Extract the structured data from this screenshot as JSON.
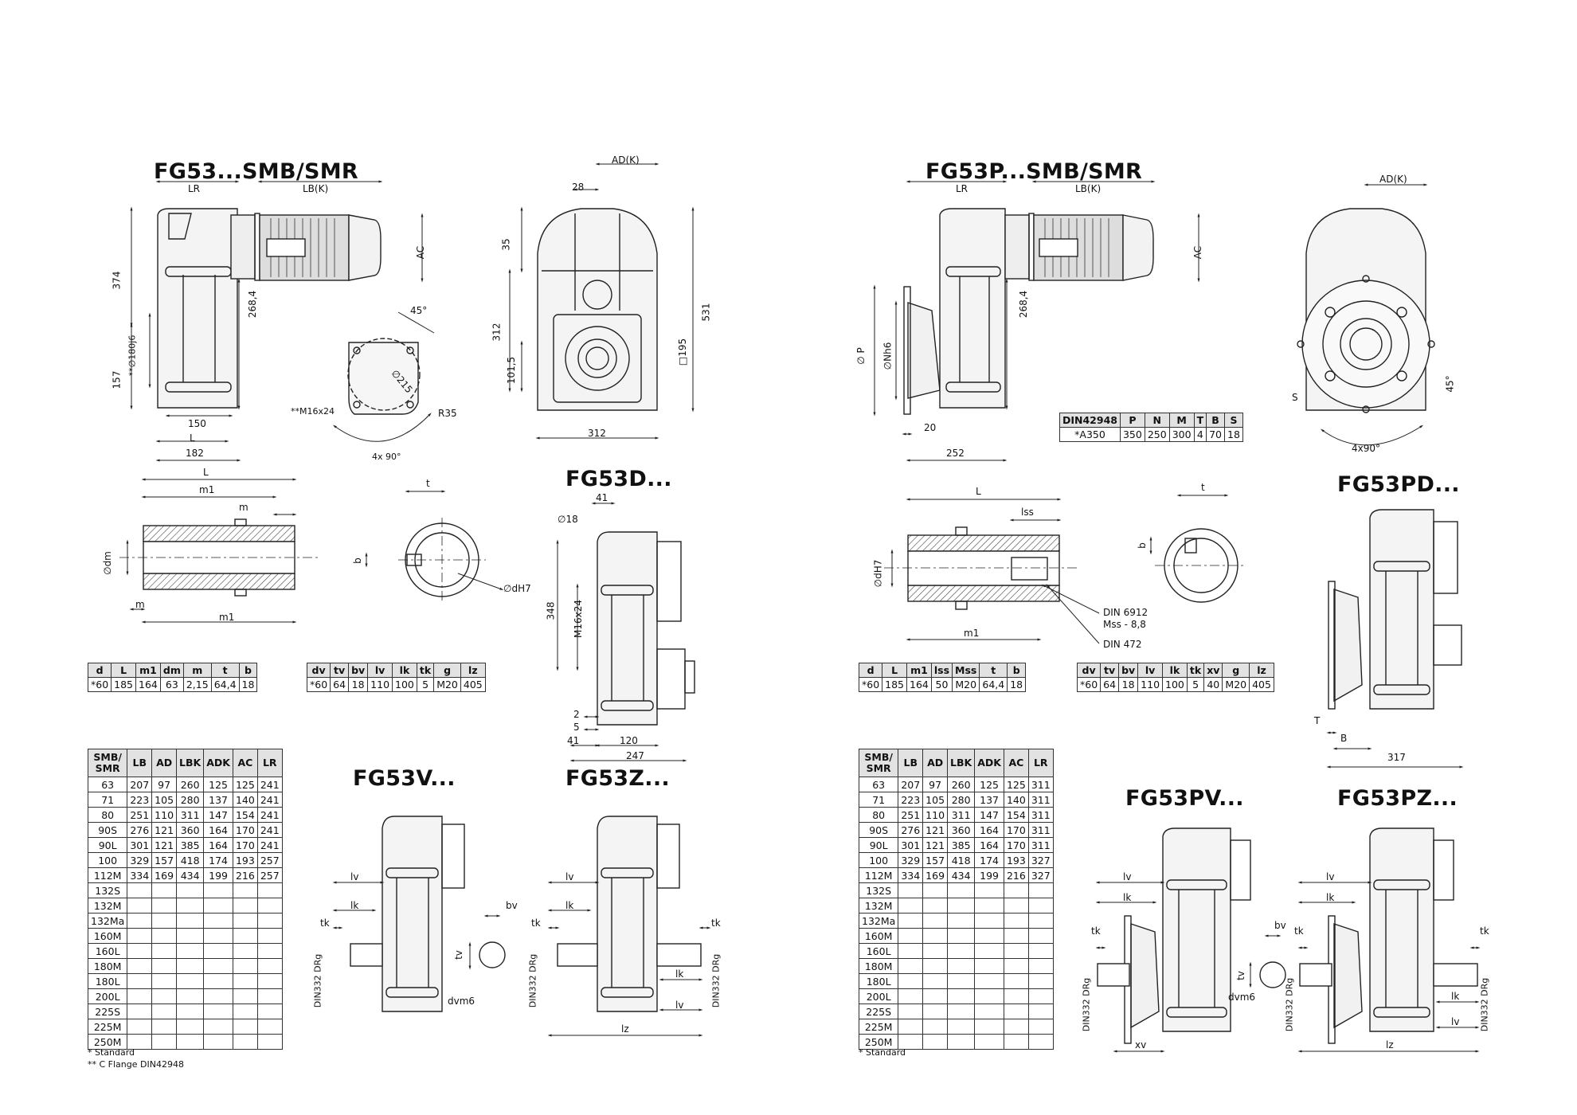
{
  "titles": {
    "left_main": "FG53...SMB/SMR",
    "right_main": "FG53P...SMB/SMR",
    "left_d": "FG53D...",
    "right_pd": "FG53PD...",
    "left_v": "FG53V...",
    "left_z": "FG53Z...",
    "right_pv": "FG53PV...",
    "right_pz": "FG53PZ..."
  },
  "dims": {
    "lr": "LR",
    "lbk": "LB(K)",
    "adk": "AD(K)",
    "ac": "AC",
    "d374": "374",
    "d157": "157",
    "d180": "**∅180j6",
    "d268": "268,4",
    "d150": "150",
    "dL": "L",
    "d182": "182",
    "d28": "28",
    "d35": "35",
    "d312v": "312",
    "d101": "101,5",
    "d195": "□195",
    "d531": "531",
    "d312h": "312",
    "d45": "45°",
    "d215": "∅215",
    "m16": "**M16x24",
    "r35": "R35",
    "x90": "4x 90°",
    "nh6": "∅Nh6",
    "p": "∅ P",
    "d20": "20",
    "d252": "252",
    "s": "S",
    "x90b": "4x90°",
    "d45b": "45°",
    "m1": "m1",
    "m": "m",
    "dm": "∅dm",
    "t": "t",
    "b": "b",
    "dh7": "∅dH7",
    "lss": "lss",
    "din6912": "DIN 6912",
    "mss": "Mss - 8,8",
    "din472": "DIN 472",
    "d41": "41",
    "d18": "∅18",
    "d348": "348",
    "m1624": "M16x24",
    "d2": "2",
    "d5": "5",
    "d41b": "41",
    "d120": "120",
    "d247": "247",
    "T": "T",
    "B": "B",
    "d317": "317",
    "lv": "lv",
    "lk": "lk",
    "tk": "tk",
    "tv": "tv",
    "bv": "bv",
    "din332": "DIN332 DRg",
    "dvm6": "dvm6",
    "lz": "lz",
    "xv": "xv"
  },
  "flange_table": {
    "header": [
      "DIN42948",
      "P",
      "N",
      "M",
      "T",
      "B",
      "S"
    ],
    "row": [
      "*A350",
      "350",
      "250",
      "300",
      "4",
      "70",
      "18"
    ]
  },
  "shaft_table_left": {
    "header": [
      "d",
      "L",
      "m1",
      "dm",
      "m",
      "t",
      "b"
    ],
    "row": [
      "*60",
      "185",
      "164",
      "63",
      "2,15",
      "64,4",
      "18"
    ]
  },
  "shaft_table_right": {
    "header": [
      "d",
      "L",
      "m1",
      "lss",
      "Mss",
      "t",
      "b"
    ],
    "row": [
      "*60",
      "185",
      "164",
      "50",
      "M20",
      "64,4",
      "18"
    ]
  },
  "solid_table_left": {
    "header": [
      "dv",
      "tv",
      "bv",
      "lv",
      "lk",
      "tk",
      "g",
      "lz"
    ],
    "row": [
      "*60",
      "64",
      "18",
      "110",
      "100",
      "5",
      "M20",
      "405"
    ]
  },
  "solid_table_right": {
    "header": [
      "dv",
      "tv",
      "bv",
      "lv",
      "lk",
      "tk",
      "xv",
      "g",
      "lz"
    ],
    "row": [
      "*60",
      "64",
      "18",
      "110",
      "100",
      "5",
      "40",
      "M20",
      "405"
    ]
  },
  "motor_table_left": {
    "header": [
      "SMB/\nSMR",
      "LB",
      "AD",
      "LBK",
      "ADK",
      "AC",
      "LR"
    ],
    "rows": [
      [
        "63",
        "207",
        "97",
        "260",
        "125",
        "125",
        "241"
      ],
      [
        "71",
        "223",
        "105",
        "280",
        "137",
        "140",
        "241"
      ],
      [
        "80",
        "251",
        "110",
        "311",
        "147",
        "154",
        "241"
      ],
      [
        "90S",
        "276",
        "121",
        "360",
        "164",
        "170",
        "241"
      ],
      [
        "90L",
        "301",
        "121",
        "385",
        "164",
        "170",
        "241"
      ],
      [
        "100",
        "329",
        "157",
        "418",
        "174",
        "193",
        "257"
      ],
      [
        "112M",
        "334",
        "169",
        "434",
        "199",
        "216",
        "257"
      ],
      [
        "132S",
        "",
        "",
        "",
        "",
        "",
        ""
      ],
      [
        "132M",
        "",
        "",
        "",
        "",
        "",
        ""
      ],
      [
        "132Ma",
        "",
        "",
        "",
        "",
        "",
        ""
      ],
      [
        "160M",
        "",
        "",
        "",
        "",
        "",
        ""
      ],
      [
        "160L",
        "",
        "",
        "",
        "",
        "",
        ""
      ],
      [
        "180M",
        "",
        "",
        "",
        "",
        "",
        ""
      ],
      [
        "180L",
        "",
        "",
        "",
        "",
        "",
        ""
      ],
      [
        "200L",
        "",
        "",
        "",
        "",
        "",
        ""
      ],
      [
        "225S",
        "",
        "",
        "",
        "",
        "",
        ""
      ],
      [
        "225M",
        "",
        "",
        "",
        "",
        "",
        ""
      ],
      [
        "250M",
        "",
        "",
        "",
        "",
        "",
        ""
      ]
    ]
  },
  "motor_table_right": {
    "header": [
      "SMB/\nSMR",
      "LB",
      "AD",
      "LBK",
      "ADK",
      "AC",
      "LR"
    ],
    "rows": [
      [
        "63",
        "207",
        "97",
        "260",
        "125",
        "125",
        "311"
      ],
      [
        "71",
        "223",
        "105",
        "280",
        "137",
        "140",
        "311"
      ],
      [
        "80",
        "251",
        "110",
        "311",
        "147",
        "154",
        "311"
      ],
      [
        "90S",
        "276",
        "121",
        "360",
        "164",
        "170",
        "311"
      ],
      [
        "90L",
        "301",
        "121",
        "385",
        "164",
        "170",
        "311"
      ],
      [
        "100",
        "329",
        "157",
        "418",
        "174",
        "193",
        "327"
      ],
      [
        "112M",
        "334",
        "169",
        "434",
        "199",
        "216",
        "327"
      ],
      [
        "132S",
        "",
        "",
        "",
        "",
        "",
        ""
      ],
      [
        "132M",
        "",
        "",
        "",
        "",
        "",
        ""
      ],
      [
        "132Ma",
        "",
        "",
        "",
        "",
        "",
        ""
      ],
      [
        "160M",
        "",
        "",
        "",
        "",
        "",
        ""
      ],
      [
        "160L",
        "",
        "",
        "",
        "",
        "",
        ""
      ],
      [
        "180M",
        "",
        "",
        "",
        "",
        "",
        ""
      ],
      [
        "180L",
        "",
        "",
        "",
        "",
        "",
        ""
      ],
      [
        "200L",
        "",
        "",
        "",
        "",
        "",
        ""
      ],
      [
        "225S",
        "",
        "",
        "",
        "",
        "",
        ""
      ],
      [
        "225M",
        "",
        "",
        "",
        "",
        "",
        ""
      ],
      [
        "250M",
        "",
        "",
        "",
        "",
        "",
        ""
      ]
    ]
  },
  "notes": {
    "standard": "* Standard",
    "cflange": "** C Flange DIN42948",
    "standard_right": "* Standard"
  }
}
